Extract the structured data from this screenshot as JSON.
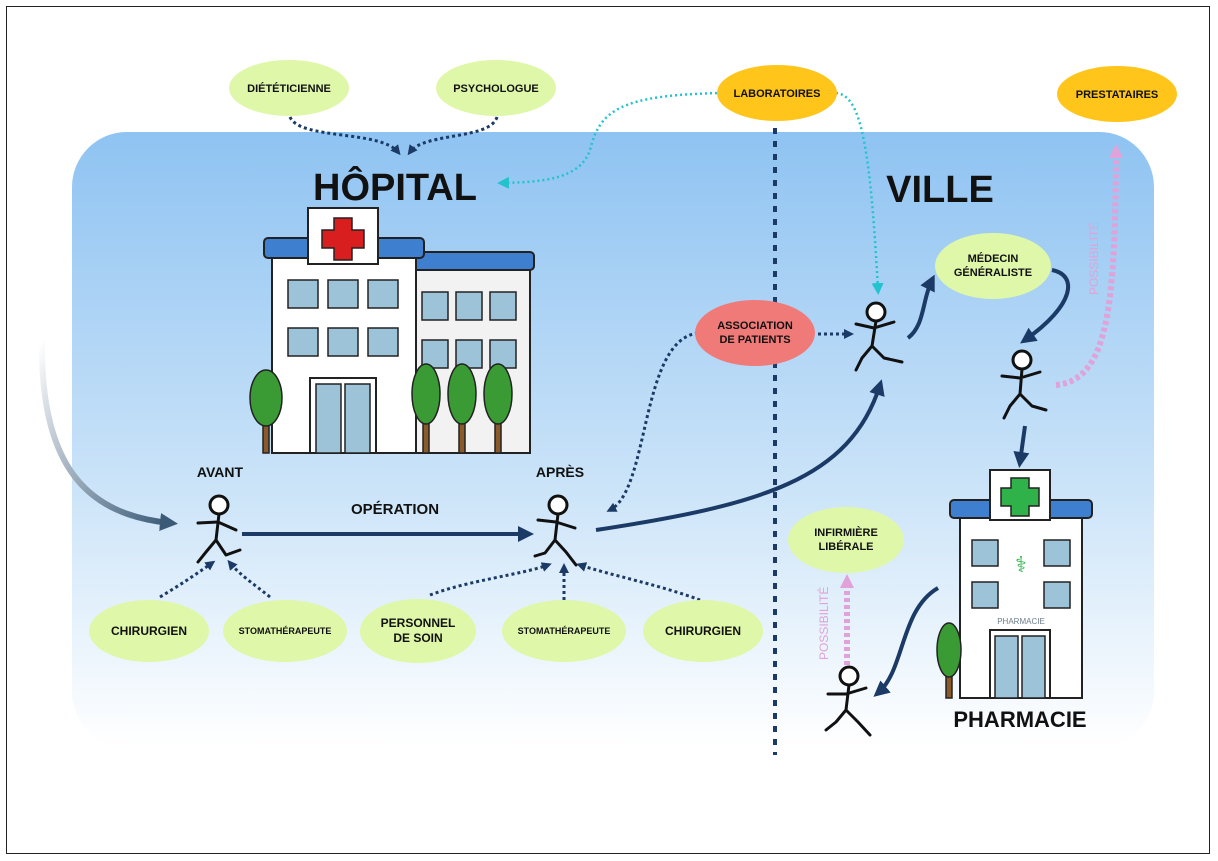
{
  "title_hospital": "HÔPITAL",
  "title_city": "VILLE",
  "title_pharmacy": "PHARMACIE",
  "pharmacy_sign": "PHARMACIE",
  "label_before": "AVANT",
  "label_after": "APRÈS",
  "label_operation": "OPÉRATION",
  "label_possibility": "POSSIBILITÉ",
  "nodes": {
    "dieteticienne": "DIÉTÉTICIENNE",
    "psychologue": "PSYCHOLOGUE",
    "laboratoires": "LABORATOIRES",
    "prestataires": "PRESTATAIRES",
    "association_line1": "ASSOCIATION",
    "association_line2": "DE PATIENTS",
    "medecin_line1": "MÉDECIN",
    "medecin_line2": "GÉNÉRALISTE",
    "infirmiere_line1": "INFIRMIÈRE",
    "infirmiere_line2": "LIBÉRALE",
    "chirurgien_before": "CHIRURGIEN",
    "stoma_before": "STOMATHÉRAPEUTE",
    "personnel_line1": "PERSONNEL",
    "personnel_line2": "DE SOIN",
    "stoma_after": "STOMATHÉRAPEUTE",
    "chirurgien_after": "CHIRURGIEN"
  },
  "colors": {
    "green_node": "#dff7a8",
    "yellow_node": "#ffc51a",
    "red_node": "#f07a78",
    "navy_arrow": "#1c3a66",
    "cyan_arrow": "#22c3cc",
    "pink_arrow": "#e0a2d8",
    "hospital_cross": "#d81e1e",
    "pharmacy_cross": "#2fb24a",
    "background_top": "#8fc3f2",
    "background_bottom": "#ffffff"
  }
}
